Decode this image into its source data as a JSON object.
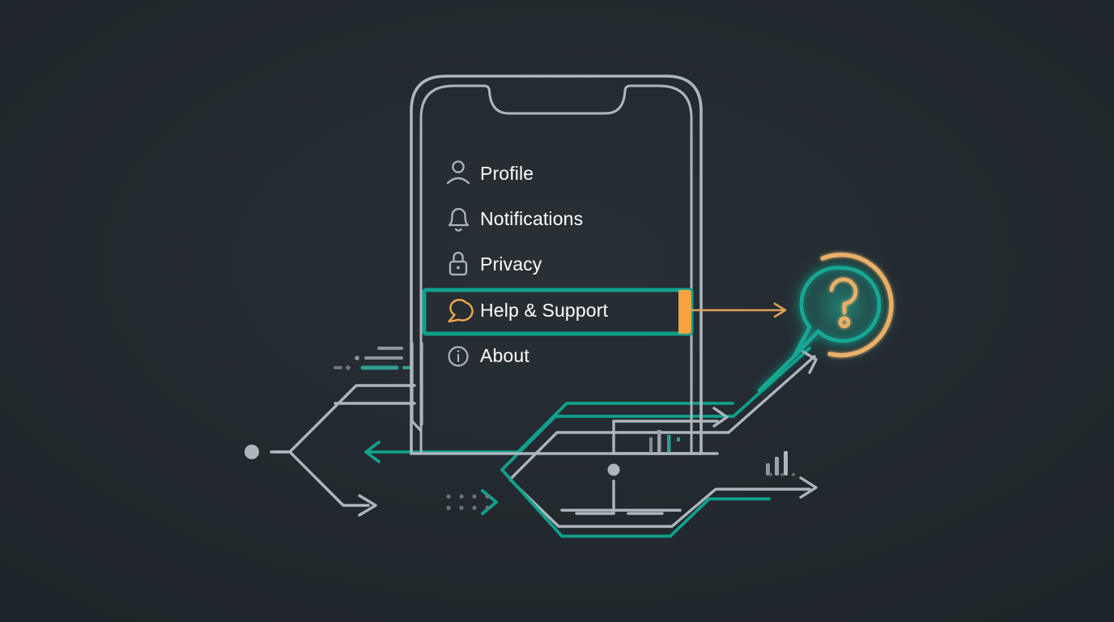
{
  "scene": {
    "title": "Help and Support menu highlight illustration",
    "background_color": "#22292e",
    "accent_teal": "#10a08c",
    "accent_orange": "#f5a council",
    "line_gray": "#aeb6bd"
  },
  "colors": {
    "background": "#22292e",
    "background_inner": "#272f35",
    "teal": "#10a08c",
    "teal_bright": "#16b39b",
    "orange": "#f5a33f",
    "orange_light": "#e9b06a",
    "gray_line": "#aeb6bd",
    "gray_dim": "#7e8891",
    "text_white": "#ffffff",
    "row_fill": "#262d33",
    "glow_teal": "#1ecfb0"
  },
  "phone": {
    "label": "smartphone-frame",
    "frame_color": "#aeb6bd",
    "notch": true
  },
  "menu": {
    "items": [
      {
        "id": "profile",
        "label": "Profile",
        "icon": "person-icon",
        "selected": false,
        "icon_color": "#aeb6bd"
      },
      {
        "id": "notifications",
        "label": "Notifications",
        "icon": "bell-icon",
        "selected": false,
        "icon_color": "#aeb6bd"
      },
      {
        "id": "privacy",
        "label": "Privacy",
        "icon": "lock-icon",
        "selected": false,
        "icon_color": "#aeb6bd"
      },
      {
        "id": "help-support",
        "label": "Help & Support",
        "icon": "chat-bubble-icon",
        "selected": true,
        "icon_color": "#f0a84a"
      },
      {
        "id": "about",
        "label": "About",
        "icon": "info-circle-icon",
        "selected": false,
        "icon_color": "#aeb6bd"
      }
    ],
    "selection": {
      "border_color": "#10a08c",
      "fill_color": "#262d33",
      "marker_color": "#f5a33f",
      "marker_position": "right-edge"
    }
  },
  "callout": {
    "label": "help-question-badge",
    "glyph": "?",
    "glyph_color": "#e9b06a",
    "bubble_color": "#13a894",
    "ring_color": "#e9b06a",
    "glow_color": "#1ecfb0",
    "connector": {
      "from": "help-support-row",
      "to": "help-question-badge",
      "color": "#e0a257",
      "arrow": "right"
    }
  },
  "circuitry": {
    "description": "Decorative circuit board traces",
    "node_dots": 2,
    "arrows": [
      {
        "id": "left-teal-arrow",
        "direction": "left",
        "color": "#10a08c"
      },
      {
        "id": "lower-left-gray-arrow",
        "direction": "right",
        "color": "#aeb6bd"
      },
      {
        "id": "mid-gray-arrow",
        "direction": "right",
        "color": "#aeb6bd"
      },
      {
        "id": "diagonal-gray-arrow",
        "direction": "up-right",
        "color": "#aeb6bd"
      },
      {
        "id": "lower-right-gray-arrow",
        "direction": "right",
        "color": "#aeb6bd"
      },
      {
        "id": "teal-chevron",
        "direction": "right",
        "color": "#10a08c"
      }
    ],
    "glyphs": [
      {
        "id": "bar-chart-small",
        "bars": [
          10,
          18,
          12,
          4
        ]
      },
      {
        "id": "bar-chart-right",
        "bars": [
          11,
          20,
          28
        ]
      },
      {
        "id": "dot-grid",
        "columns": 4,
        "rows": 2
      },
      {
        "id": "dash-stack",
        "rows": 3
      }
    ]
  }
}
